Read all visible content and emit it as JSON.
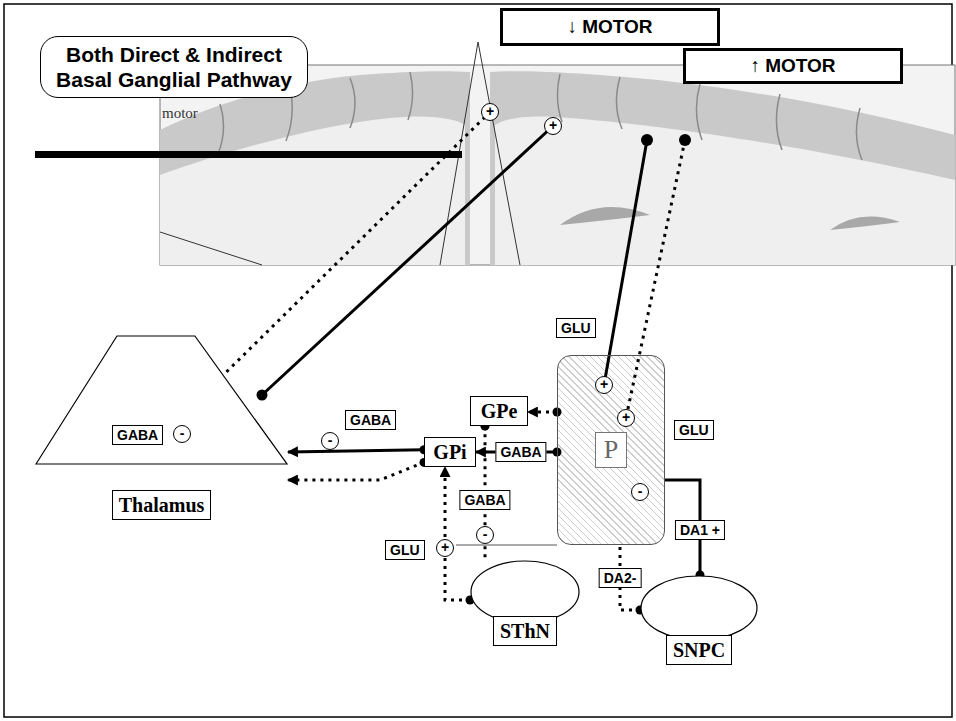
{
  "diagram": {
    "title": "Both Direct & Indirect Basal Ganglial Pathway",
    "nodes": [
      {
        "text": [
          "↓ MOTOR"
        ]
      },
      {
        "text": [
          "↑ MOTOR"
        ]
      },
      {
        "text": [
          "Thalamus"
        ]
      },
      {
        "text": [
          "GPe"
        ]
      },
      {
        "text": [
          "GPi"
        ]
      },
      {
        "text": [
          "P"
        ]
      },
      {
        "text": [
          "SThN"
        ]
      },
      {
        "text": [
          "SNPC"
        ]
      }
    ],
    "edges": [
      {
        "from": 7,
        "to": 5,
        "arrow": "none",
        "label": "DA1 +"
      },
      {
        "from": 7,
        "to": 5,
        "arrow": "none",
        "label": "DA2-"
      },
      {
        "from": 5,
        "to": 4,
        "arrow": "to",
        "label": "GABA"
      },
      {
        "from": 5,
        "to": 3,
        "arrow": "to"
      },
      {
        "from": 3,
        "to": 6,
        "arrow": "none",
        "label": "GABA"
      },
      {
        "from": 6,
        "to": 4,
        "arrow": "to"
      },
      {
        "from": 4,
        "to": 2,
        "arrow": "to"
      },
      {
        "from": 4,
        "to": 2,
        "arrow": "to"
      }
    ],
    "labels": [
      "motor",
      "+",
      "+",
      "GLU",
      "+",
      "GLU",
      "+",
      "-",
      "GABA",
      "-",
      "GABA",
      "-",
      "-",
      "GLU",
      "+"
    ]
  }
}
